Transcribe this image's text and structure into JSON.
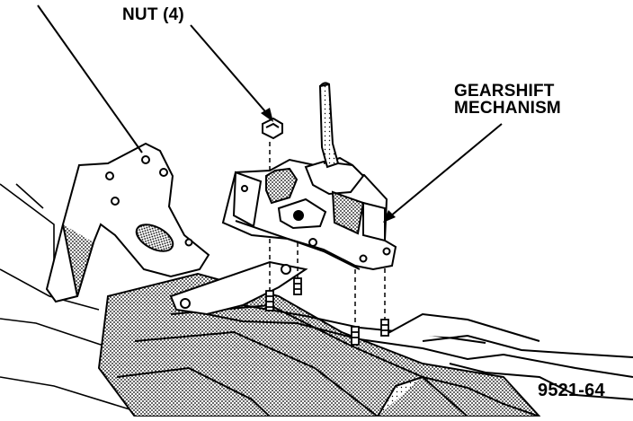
{
  "labels": {
    "nut": "NUT (4)",
    "gearshift_line1": "GEARSHIFT",
    "gearshift_line2": "MECHANISM",
    "figure_number": "9521-64"
  },
  "colors": {
    "ink": "#000000",
    "paper": "#ffffff",
    "shade": "#8a8a8a"
  }
}
